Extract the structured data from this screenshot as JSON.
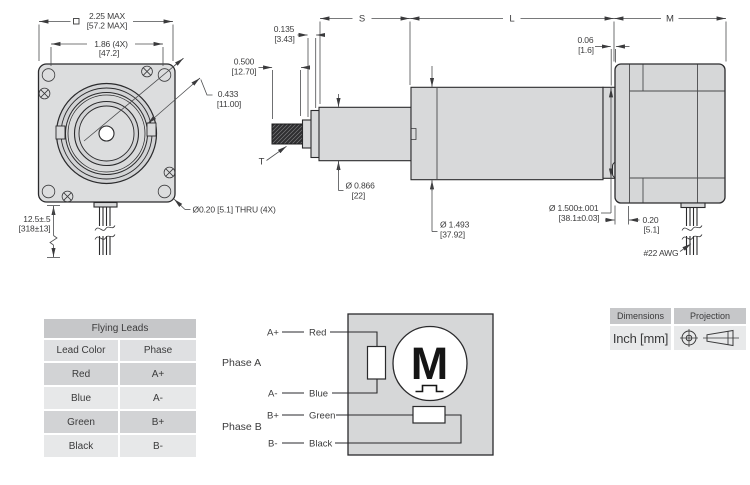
{
  "colors": {
    "line": "#2a2a2c",
    "fill_light_gray": "#d8d9da",
    "motor_body_gray": "#d6d7d8",
    "table_header_gray": "#c6c7c9",
    "row_dark_gray": "#d2d3d5",
    "row_light_gray": "#e7e8e9"
  },
  "drawing": {
    "front_view": {
      "dim_width_line1": "2.25 MAX",
      "dim_width_line2": "[57.2 MAX]",
      "dim_holes_line1": "1.86 (4X)",
      "dim_holes_line2": "[47.2]",
      "dim_boss_line1": "0.433",
      "dim_boss_line2": "[11.00]",
      "dim_lead_length_line1": "12.5±.5",
      "dim_lead_length_line2": "[318±13]",
      "dim_thru_holes": "Ø0.20 [5.1] THRU (4X)"
    },
    "side_view": {
      "dim_thread_line1": "0.500",
      "dim_thread_line2": "[12.70]",
      "dim_step_line1": "0.135",
      "dim_step_line2": "[3.43]",
      "label_s": "S",
      "label_l": "L",
      "label_m": "M",
      "label_t": "T",
      "dim_pilot_depth_line1": "0.06",
      "dim_pilot_depth_line2": "[1.6]",
      "dim_shaft_dia_line1": "Ø 0.866",
      "dim_shaft_dia_line2": "[22]",
      "dim_sleeve_dia_line1": "Ø 1.493",
      "dim_sleeve_dia_line2": "[37.92]",
      "dim_pilot_dia_line1": "Ø 1.500±.001",
      "dim_pilot_dia_line2": "[38.1±0.03]",
      "dim_face_line1": "0.20",
      "dim_face_line2": "[5.1]",
      "wire_gauge": "#22 AWG"
    }
  },
  "flying_leads": {
    "title": "Flying Leads",
    "col_color": "Lead Color",
    "col_phase": "Phase",
    "rows": [
      {
        "color": "Red",
        "phase": "A+"
      },
      {
        "color": "Blue",
        "phase": "A-"
      },
      {
        "color": "Green",
        "phase": "B+"
      },
      {
        "color": "Black",
        "phase": "B-"
      }
    ]
  },
  "wiring": {
    "phase_a": "Phase A",
    "phase_b": "Phase B",
    "motor_symbol": "M",
    "leads": [
      {
        "terminal": "A+",
        "color": "Red"
      },
      {
        "terminal": "A-",
        "color": "Blue"
      },
      {
        "terminal": "B+",
        "color": "Green"
      },
      {
        "terminal": "B-",
        "color": "Black"
      }
    ]
  },
  "units_box": {
    "dimensions_header": "Dimensions",
    "projection_header": "Projection",
    "dimensions_value": "Inch [mm]"
  }
}
